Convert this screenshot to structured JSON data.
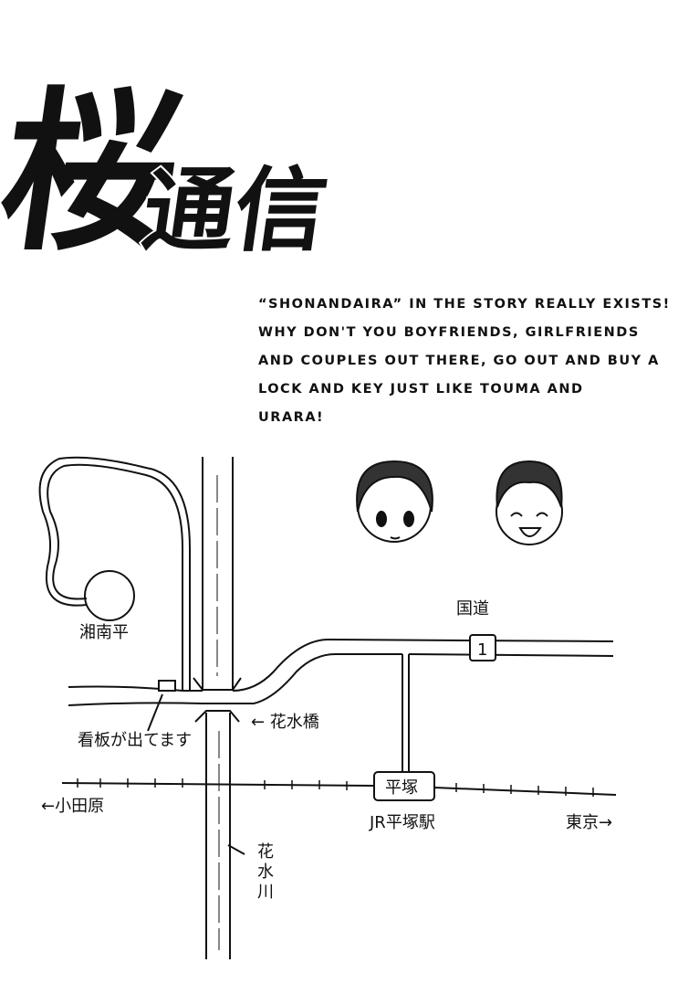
{
  "title_logo": "桜通信",
  "note": {
    "lines": [
      "“Shonandaira” in the story really exists!",
      "Why don't you boyfriends, girlfriends",
      "and couples out there, go out and buy a",
      "lock and key just like Touma and",
      "Urara!"
    ]
  },
  "map": {
    "shonandaira": "湘南平",
    "sign": "看板が出てます",
    "bridge": "← 花水橋",
    "route_label": "国道",
    "route_number": "1",
    "station_box": "平塚",
    "station": "JR平塚駅",
    "odawara": "←小田原",
    "tokyo": "東京→",
    "river": [
      "花",
      "水",
      "川"
    ]
  }
}
